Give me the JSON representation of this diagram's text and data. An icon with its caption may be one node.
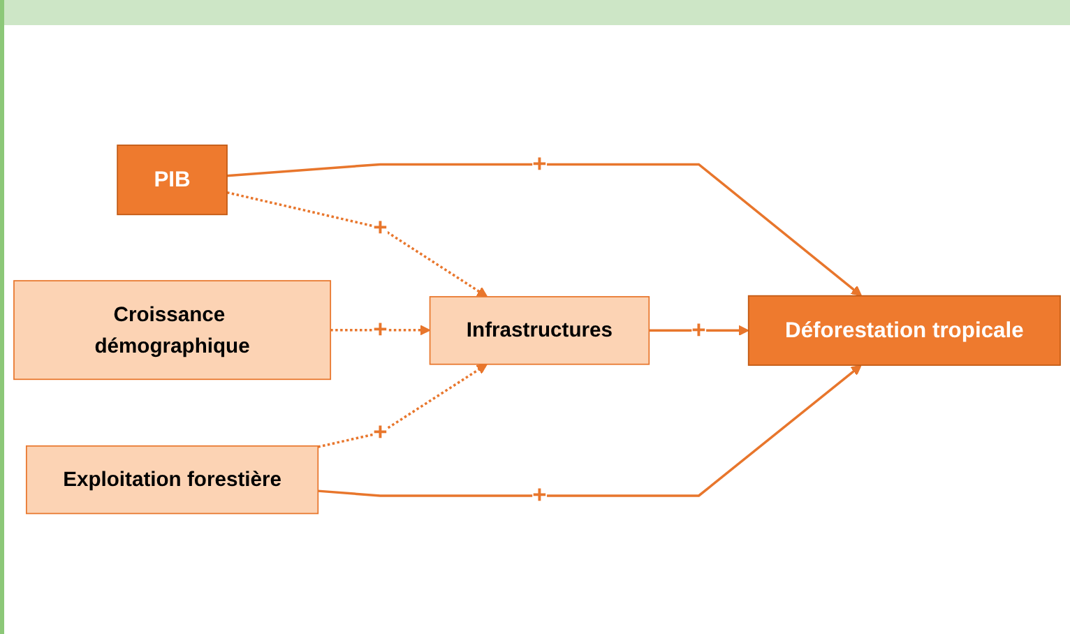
{
  "diagram": {
    "nodes": [
      {
        "text": [
          "PIB"
        ]
      },
      {
        "text": [
          "Croissance démographique"
        ]
      },
      {
        "text": [
          "Infrastructures"
        ]
      },
      {
        "text": [
          "Déforestation tropicale"
        ]
      },
      {
        "text": [
          "Exploitation forestière"
        ]
      }
    ],
    "edges": [
      {
        "from": 0,
        "to": 3,
        "arrow": "to",
        "label": "+"
      },
      {
        "from": 0,
        "to": 2,
        "arrow": "to",
        "label": "+",
        "style": "dashed"
      },
      {
        "from": 1,
        "to": 2,
        "arrow": "to",
        "label": "+",
        "style": "dashed"
      },
      {
        "from": 2,
        "to": 3,
        "arrow": "to",
        "label": "+"
      },
      {
        "from": 4,
        "to": 2,
        "arrow": "to",
        "label": "+",
        "style": "dashed"
      },
      {
        "from": 4,
        "to": 3,
        "arrow": "to",
        "label": "+"
      }
    ]
  }
}
